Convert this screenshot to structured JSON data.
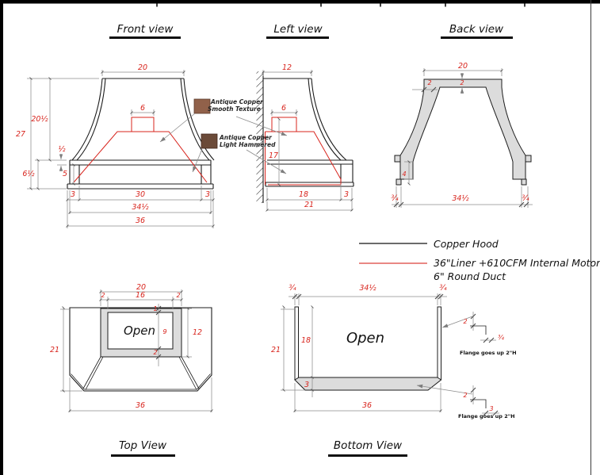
{
  "colors": {
    "dim_red": "#d8241d",
    "outline": "#1c1c1c",
    "gray_fill": "#dcdcdc",
    "dim_line": "#8c8c8c",
    "legend_red": "#e2615c",
    "copper_smooth": "#91614a",
    "copper_hammered": "#6b4a38"
  },
  "front": {
    "title": "Front view",
    "top_width": "20",
    "duct_width": "6",
    "total_height": "27",
    "upper_height": "20½",
    "rim": "½",
    "base_height": "6½",
    "band_height": "5",
    "inset_left": "3",
    "opening": "30",
    "inset_right": "3",
    "skirt_width": "34½",
    "total_width": "36"
  },
  "left": {
    "title": "Left view",
    "top_depth": "12",
    "duct_width": "6",
    "liner_height": "17",
    "inner_depth": "18",
    "back_inset": "3",
    "total_depth": "21"
  },
  "back": {
    "title": "Back view",
    "top_width": "20",
    "cap": "2",
    "thickness": "2",
    "foot_height": "4",
    "span": "34½",
    "foot_left": "¾",
    "foot_right": "¾"
  },
  "top": {
    "title": "Top View",
    "open_label": "Open",
    "ring_width": "20",
    "border_left": "2",
    "inner_width": "16",
    "border_right": "2",
    "depth": "21",
    "border_top": "1",
    "inner_depth": "9",
    "border_bottom": "2",
    "ring_depth": "12",
    "total_width": "36"
  },
  "bottom": {
    "title": "Bottom View",
    "open_label": "Open",
    "wall_left": "¾",
    "span": "34½",
    "wall_right": "¾",
    "depth": "21",
    "inner_depth": "18",
    "band": "3",
    "total_width": "36",
    "flange_upper": {
      "height": "2",
      "width": "¾",
      "note": "Flange goes up 2\"H"
    },
    "flange_lower": {
      "height": "2",
      "width": "3",
      "note": "Flange goes up 2\"H"
    }
  },
  "legend": {
    "hood": "Copper Hood",
    "liner": "36\"Liner +610CFM Internal Motor",
    "duct": "6\" Round Duct"
  },
  "callouts": {
    "smooth": {
      "line1": "Antique Copper",
      "line2": "Smooth Texture"
    },
    "hammered": {
      "line1": "Antique Copper",
      "line2": "Light Hammered"
    }
  }
}
